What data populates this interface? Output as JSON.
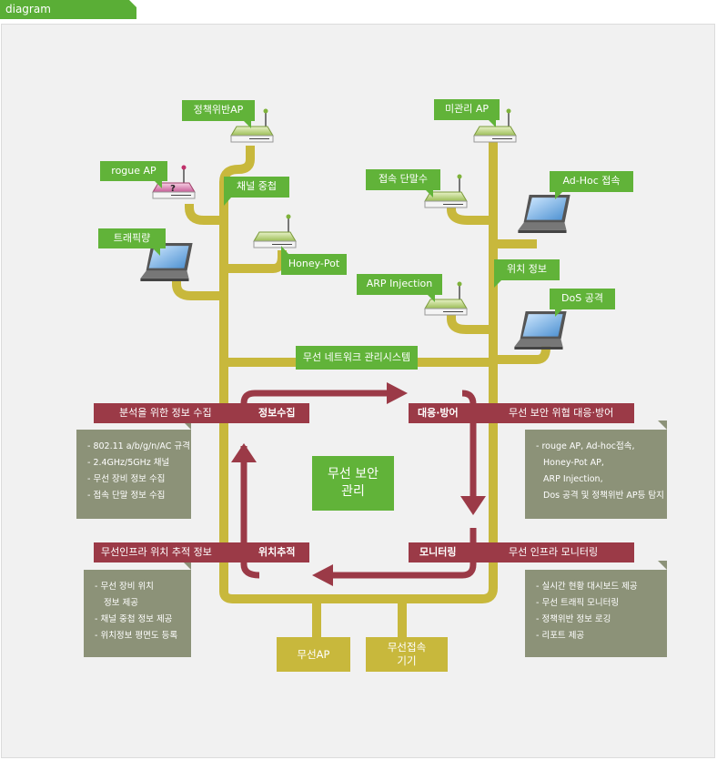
{
  "header": {
    "tab_title": "diagram"
  },
  "colors": {
    "green": "#61b339",
    "olive": "#c8b83c",
    "crimson": "#9b3a47",
    "gray": "#8c9278",
    "tab": "#5aae36"
  },
  "nodes": {
    "policy_violation_ap": "정책위반AP",
    "unmanaged_ap": "미관리 AP",
    "rogue_ap": "rogue AP",
    "channel_overlap": "채널 중첩",
    "honey_pot": "Honey-Pot",
    "traffic_volume": "트래픽량",
    "connected_terminals": "접속 단말수",
    "adhoc_connection": "Ad-Hoc 접속",
    "location_info": "위치 정보",
    "arp_injection": "ARP Injection",
    "dos_attack": "DoS 공격",
    "nms": "무선 네트워크 관리시스템",
    "wireless_ap": "무선AP",
    "wireless_device": [
      "무선접속",
      "기기"
    ]
  },
  "center": {
    "line1": "무선 보안",
    "line2": "관리"
  },
  "bars": {
    "collect_left": "분석을 위한 정보 수집",
    "collect_right": "정보수집",
    "respond_left": "대응·방어",
    "respond_right": "무선 보안 위협 대응·방어",
    "track_left": "무선인프라 위치 추적 정보",
    "track_right": "위치추적",
    "monitor_left": "모니터링",
    "monitor_right": "무선 인프라 모니터링"
  },
  "boxes": {
    "collect": [
      "- 802.11 a/b/g/n/AC 규격",
      "- 2.4GHz/5GHz 채널",
      "- 무선 장비 정보 수집",
      "- 접속 단말 정보 수집"
    ],
    "respond": [
      "- rouge AP, Ad-hoc접속,",
      "Honey-Pot AP,",
      "ARP Injection,",
      "Dos 공격 및 정책위반 AP등 탐지"
    ],
    "track": [
      "- 무선 장비 위치",
      "정보 제공",
      "- 채널 중첩 정보 제공",
      "- 위치정보 평면도 등록"
    ],
    "monitor": [
      "- 실시간 현황 대시보드 제공",
      "- 무선 트래픽 모니터링",
      "- 정책위반 정보 로깅",
      "- 리포트 제공"
    ]
  }
}
